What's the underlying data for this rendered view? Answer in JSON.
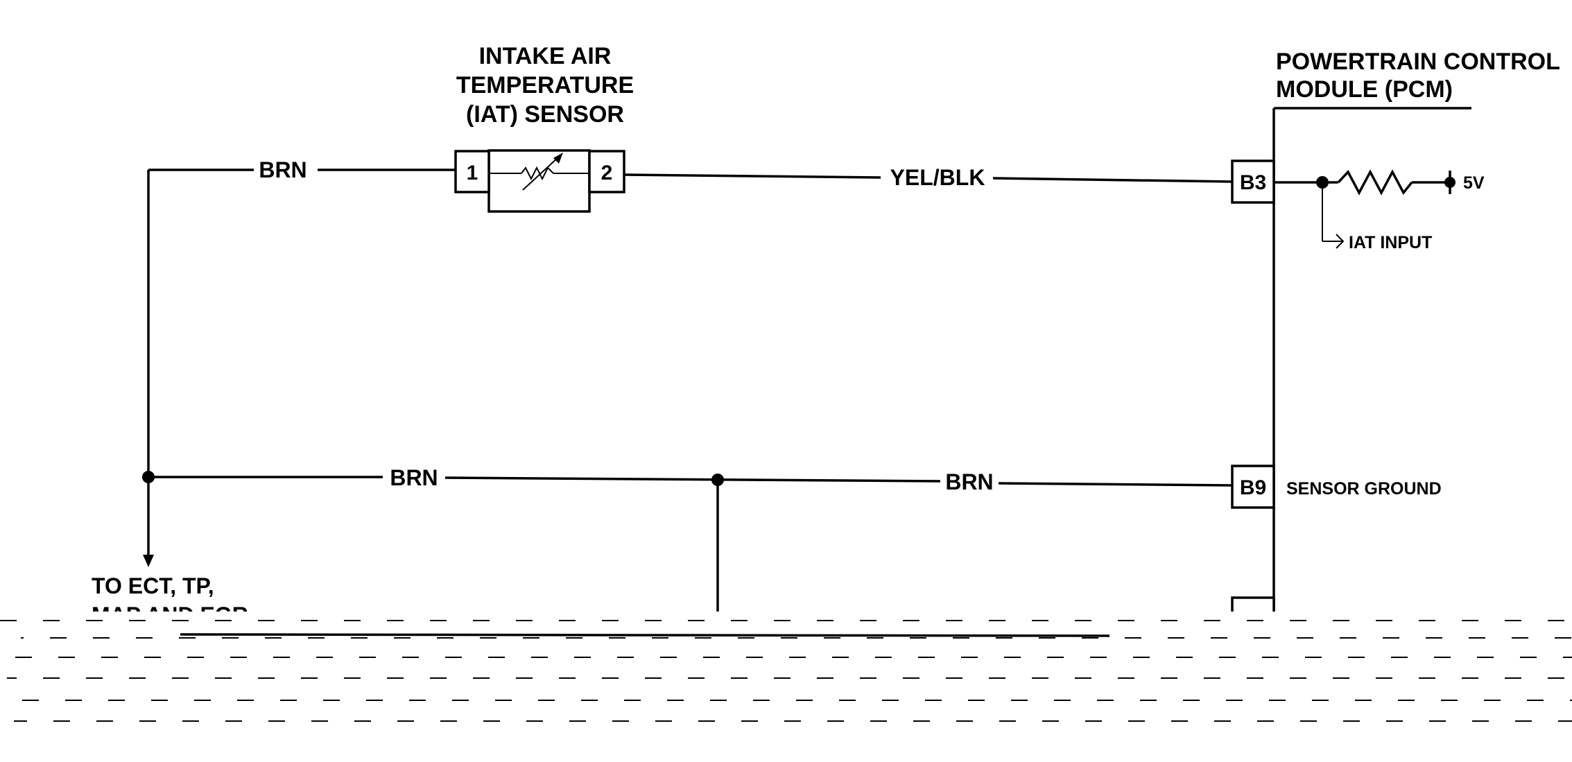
{
  "sensor": {
    "title_line1": "INTAKE AIR",
    "title_line2": "TEMPERATURE",
    "title_line3": "(IAT) SENSOR",
    "pin1": "1",
    "pin2": "2"
  },
  "pcm": {
    "title_line1": "POWERTRAIN CONTROL",
    "title_line2": "MODULE (PCM)",
    "pin_b3": "B3",
    "pin_b9": "B9",
    "pin_b3_signal": "IAT INPUT",
    "pin_b9_signal": "SENSOR GROUND",
    "supply": "5V"
  },
  "wires": {
    "top_left": "BRN",
    "top_right": "YEL/BLK",
    "mid_left": "BRN",
    "mid_right": "BRN"
  },
  "note": {
    "line1": "TO ECT, TP,",
    "line2": "MAP AND EGR"
  }
}
